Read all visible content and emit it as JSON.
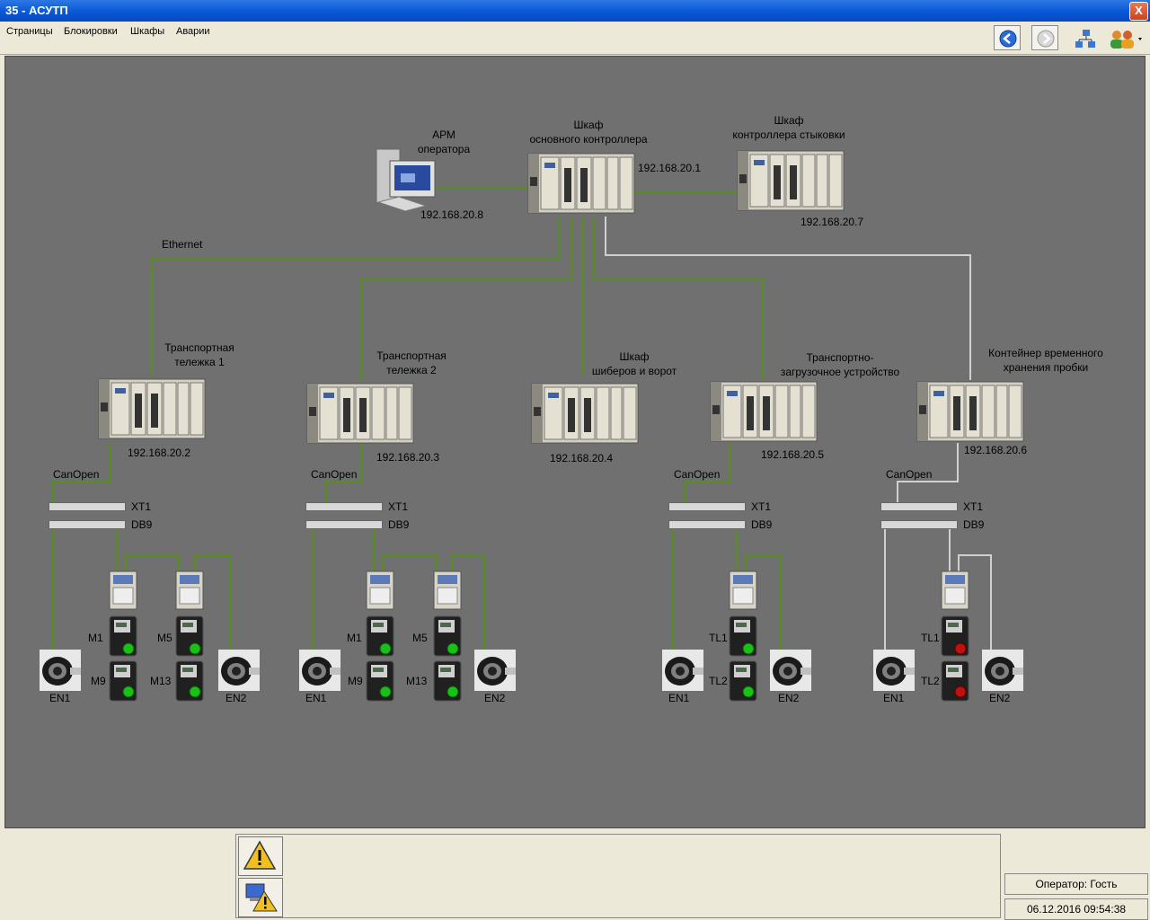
{
  "window": {
    "title": "35  - АСУТП",
    "close": "X"
  },
  "menu": [
    "Страницы",
    "Блокировки",
    "Шкафы",
    "Аварии"
  ],
  "diagram": {
    "ethernet_label": "Ethernet",
    "arm": {
      "line1": "АРМ",
      "line2": "оператора",
      "ip": "192.168.20.8"
    },
    "main_controller": {
      "line1": "Шкаф",
      "line2": "основного контроллера",
      "ip": "192.168.20.1"
    },
    "docking_controller": {
      "line1": "Шкаф",
      "line2": "контроллера стыковки",
      "ip": "192.168.20.7"
    },
    "cart1": {
      "line1": "Транспортная",
      "line2": "тележка 1",
      "ip": "192.168.20.2"
    },
    "cart2": {
      "line1": "Транспортная",
      "line2": "тележка 2",
      "ip": "192.168.20.3"
    },
    "gates": {
      "line1": "Шкаф",
      "line2": "шиберов и ворот",
      "ip": "192.168.20.4"
    },
    "loader": {
      "line1": "Транспортно-",
      "line2": "загрузочное устройство",
      "ip": "192.168.20.5"
    },
    "container": {
      "line1": "Контейнер временного",
      "line2": "хранения пробки",
      "ip": "192.168.20.6"
    },
    "canopen": "CanOpen",
    "xt1": "XT1",
    "db9": "DB9",
    "drives": {
      "m1": "M1",
      "m5": "M5",
      "m9": "M9",
      "m13": "M13",
      "tl1": "TL1",
      "tl2": "TL2"
    },
    "encoders": {
      "en1": "EN1",
      "en2": "EN2"
    }
  },
  "status": {
    "operator": "Оператор: Гость",
    "datetime": "06.12.2016 09:54:38"
  },
  "colors": {
    "canvas": "#707070",
    "link_active": "#5a8a2a",
    "link_inactive": "#d0d0d0",
    "led_ok": "#18c018",
    "led_fault": "#c01010"
  }
}
